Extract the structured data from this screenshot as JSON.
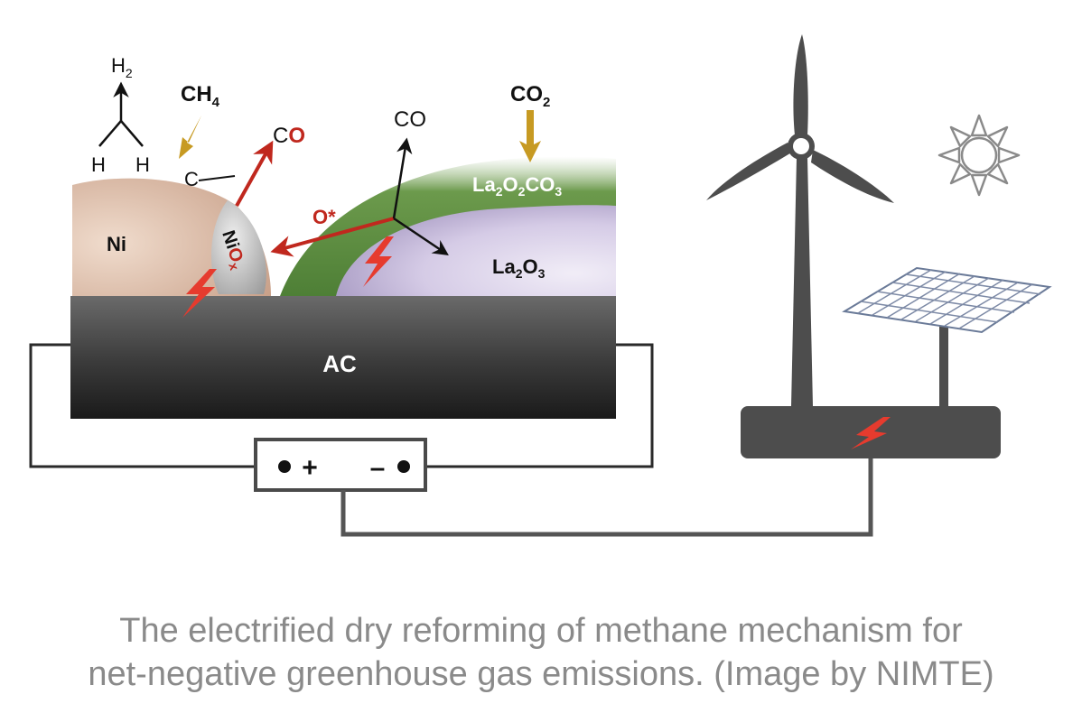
{
  "diagram": {
    "labels": {
      "h2": "H2",
      "ch4": "CH4",
      "co_left_c": "C",
      "co_left_o": "O",
      "co_right": "CO",
      "co2": "CO2",
      "h_left": "H",
      "h_right": "H",
      "carbon": "C",
      "ni": "Ni",
      "niox": "NiOx",
      "o_star": "O*",
      "la2o2co3": "La2O2CO3",
      "la2o3": "La2O3",
      "ac": "AC",
      "plus": "+",
      "minus": "–"
    },
    "colors": {
      "ni": "#e6c9b6",
      "niox": "#cfcfcf",
      "la2o2co3": "#5e8f42",
      "la2o3": "#c9bddd",
      "ac": "#4a4a4a",
      "arrow_red": "#c0281e",
      "arrow_gold": "#c79a22",
      "spark": "#e63b2e",
      "wire": "#3a3a3a",
      "machinery": "#4d4d4d"
    },
    "icons": [
      "sun-icon",
      "wind-turbine-icon",
      "solar-panel-icon",
      "lightning-icon"
    ]
  },
  "caption": {
    "line1": "The electrified dry reforming of methane mechanism for",
    "line2": "net-negative greenhouse gas emissions. (Image by NIMTE)"
  }
}
